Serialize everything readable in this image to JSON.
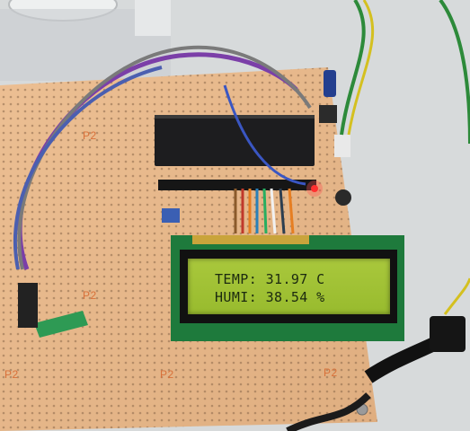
{
  "photo": {
    "subject": "Perfboard with microcontroller, 16x2 LCD showing temperature and humidity readings, wires and a DC power jack",
    "colors": {
      "perfboard": "#e8b98c",
      "background": "#d9dcdc",
      "lcd_backlight": "#a6c53a",
      "led_red": "#ff2020"
    }
  },
  "board": {
    "silkscreen_label": "P2"
  },
  "lcd": {
    "line1": "TEMP: 31.97 C",
    "line2": "HUMI: 38.54 %"
  }
}
